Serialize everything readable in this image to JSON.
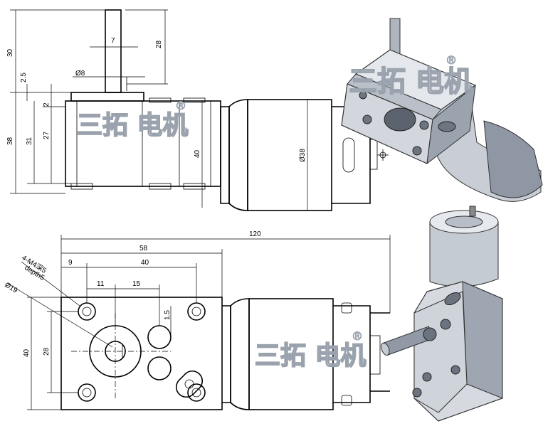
{
  "dimensions": {
    "shaft_length": "30",
    "flange_step": "2.5",
    "gearbox_height": "38",
    "gearbox_inner": "31",
    "gearbox_core": "27",
    "flange_thk": "2",
    "shaft_flat": "7",
    "shaft_flat_len": "28",
    "shaft_dia": "Ø8",
    "motor_dia": "Ø38",
    "motor_mount": "40",
    "overall_length": "120",
    "gearbox_length": "58",
    "hole_spacing": "40",
    "edge_offset": "9",
    "offset_11": "11",
    "offset_15": "15",
    "offset_1_5": "1.5",
    "bolt_circle": "Ø19",
    "hole_spec": "4-M4深5",
    "hole_depth": "depth5",
    "front_height": "40",
    "front_inner": "28"
  },
  "watermark": {
    "text": "三拓 电机",
    "registered": "®"
  },
  "colors": {
    "line": "#000000",
    "watermark": "#9aa3ad",
    "metal_light": "#d8dbe0",
    "metal_dark": "#5a6270"
  }
}
